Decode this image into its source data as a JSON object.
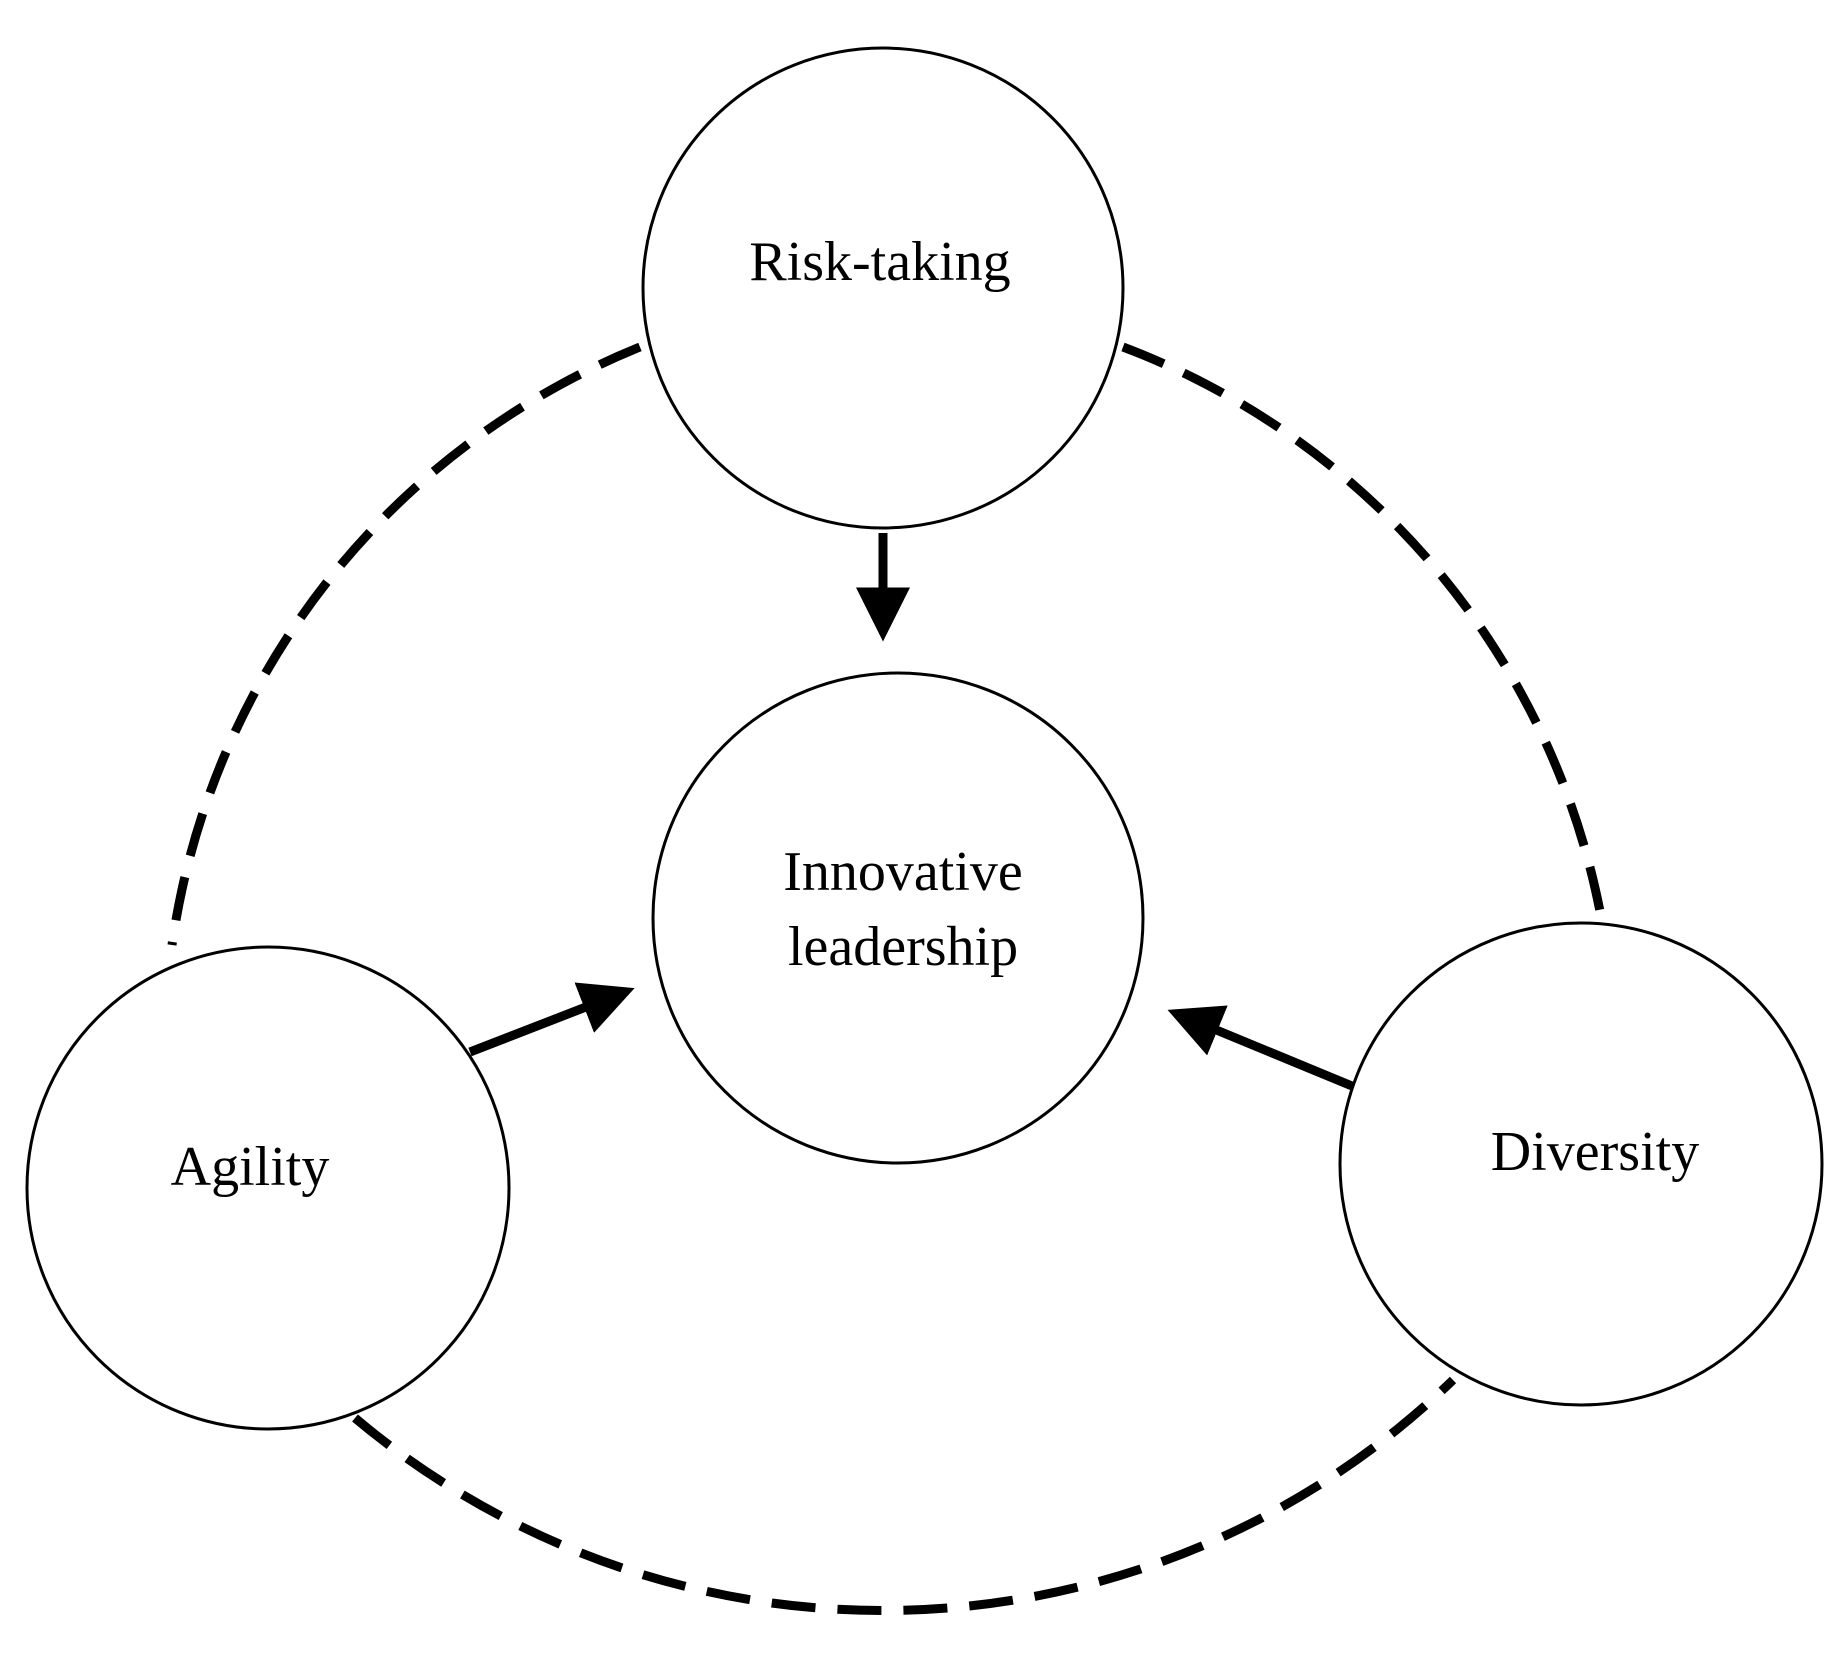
{
  "colors": {
    "stroke": "#000000",
    "text": "#000000",
    "background": "#ffffff"
  },
  "nodes": {
    "top": {
      "label": "Risk-taking"
    },
    "center": {
      "line1": "Innovative",
      "line2": "leadership"
    },
    "left": {
      "label": "Agility"
    },
    "right": {
      "label": "Diversity"
    }
  },
  "edges": [
    {
      "from": "Risk-taking",
      "to": "Innovative leadership",
      "style": "solid-arrow"
    },
    {
      "from": "Agility",
      "to": "Innovative leadership",
      "style": "solid-arrow"
    },
    {
      "from": "Diversity",
      "to": "Innovative leadership",
      "style": "solid-arrow"
    },
    {
      "from": "Risk-taking",
      "to": "Agility",
      "style": "dashed"
    },
    {
      "from": "Risk-taking",
      "to": "Diversity",
      "style": "dashed"
    },
    {
      "from": "Agility",
      "to": "Diversity",
      "style": "dashed"
    }
  ]
}
